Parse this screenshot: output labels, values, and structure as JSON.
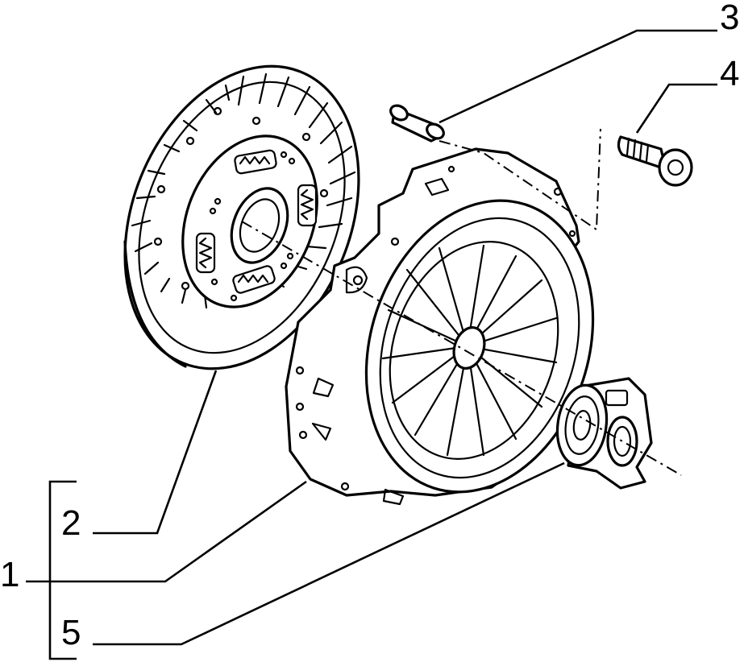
{
  "callouts": {
    "c1": "1",
    "c2": "2",
    "c3": "3",
    "c4": "4",
    "c5": "5"
  },
  "parts": [
    {
      "callout": "2",
      "icon": "clutch-disc-icon"
    },
    {
      "callout": "3",
      "icon": "dowel-pin-icon"
    },
    {
      "callout": "4",
      "icon": "bolt-icon"
    },
    {
      "callout": "5",
      "icon": "release-bearing-icon"
    },
    {
      "callout": "1",
      "icon": "pressure-plate-icon"
    }
  ],
  "colors": {
    "line": "#000000",
    "background": "#ffffff"
  }
}
